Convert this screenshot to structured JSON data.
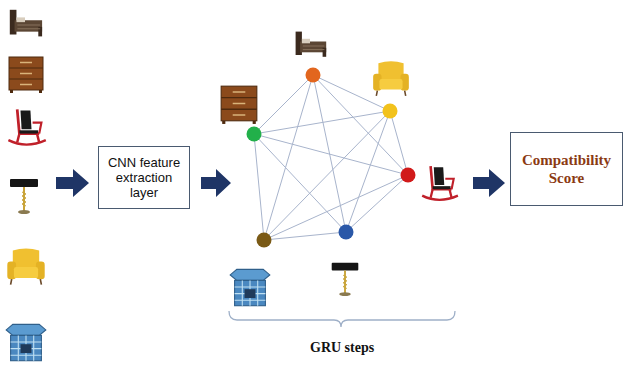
{
  "diagram": {
    "nodes": [
      {
        "text": [
          "CNN feature extraction layer"
        ]
      },
      {
        "text": [
          "Compatibility Score"
        ]
      }
    ],
    "labels": [
      "GRU steps"
    ]
  }
}
